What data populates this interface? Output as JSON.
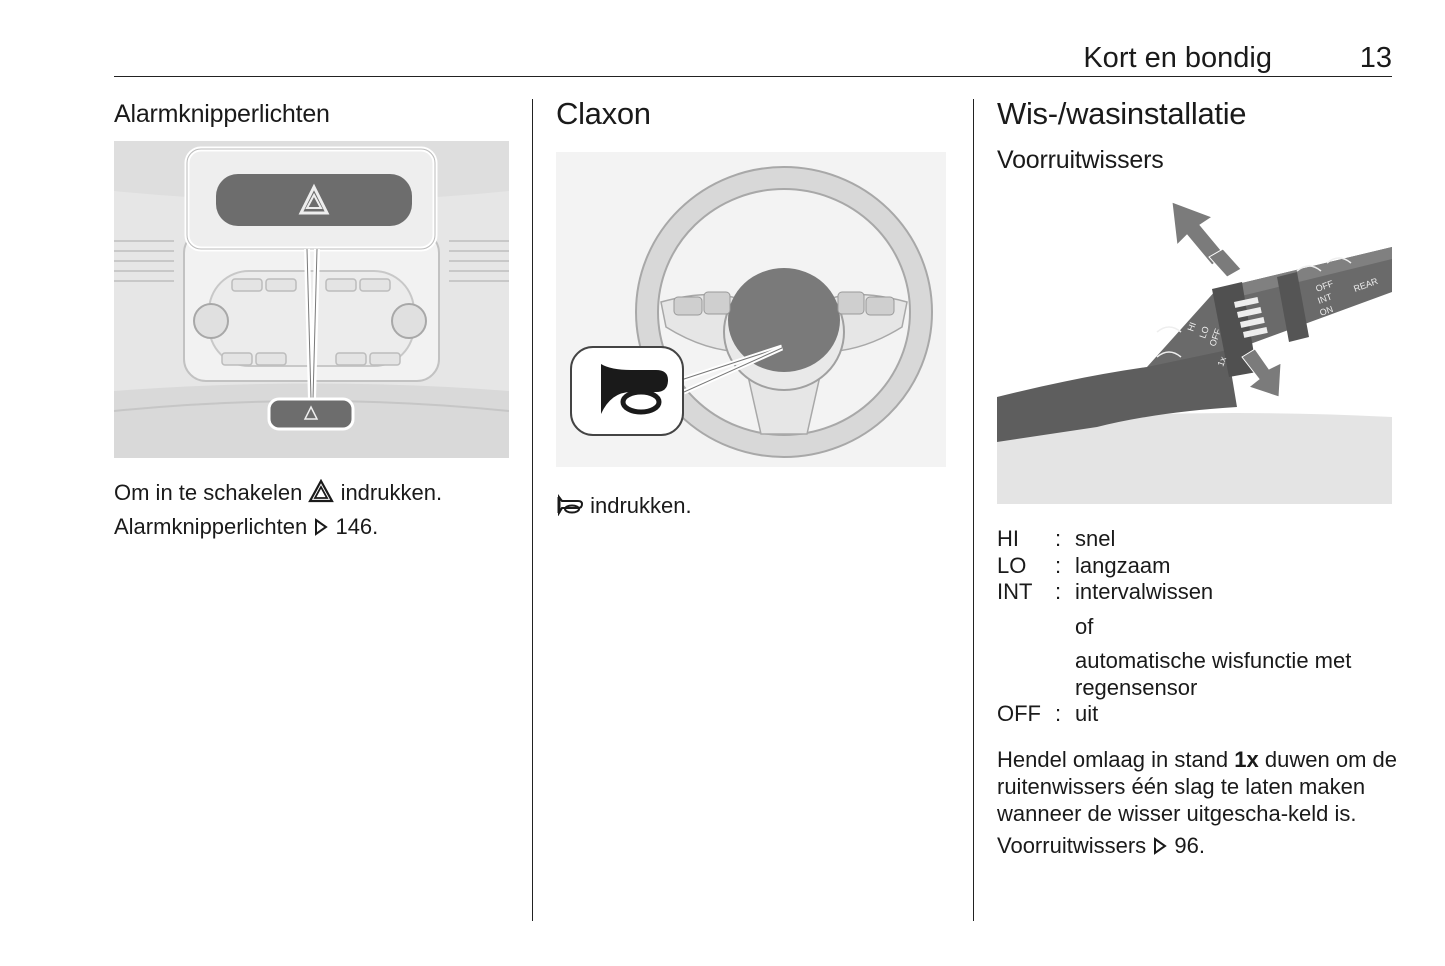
{
  "header": {
    "section": "Kort en bondig",
    "page_number": "13"
  },
  "col1": {
    "heading": "Alarmknipperlichten",
    "text_before_icon": "Om in te schakelen",
    "text_after_icon": "indrukken.",
    "ref_text": "Alarmknipperlichten",
    "ref_page": "146."
  },
  "col2": {
    "heading": "Claxon",
    "text": "indrukken."
  },
  "col3": {
    "heading": "Wis-/wasinstallatie",
    "subheading": "Voorruitwissers",
    "list": [
      {
        "term": "HI",
        "sep": ":",
        "desc": "snel"
      },
      {
        "term": "LO",
        "sep": ":",
        "desc": "langzaam"
      },
      {
        "term": "INT",
        "sep": ":",
        "desc": "intervalwissen"
      }
    ],
    "list_cont_1": "of",
    "list_cont_2": "automatische wisfunctie met regensensor",
    "list_last": {
      "term": "OFF",
      "sep": ":",
      "desc": "uit"
    },
    "para_part1": "Hendel omlaag in stand",
    "para_bold": "1x",
    "para_part2": "duwen om de ruitenwissers één slag te laten maken wanneer de wisser uitgescha-keld is.",
    "ref_text": "Voorruitwissers",
    "ref_page": "96.",
    "stalk_labels": [
      "OFF",
      "INT",
      "ON",
      "REAR",
      "HI",
      "LO",
      "OFF",
      "1x"
    ]
  }
}
